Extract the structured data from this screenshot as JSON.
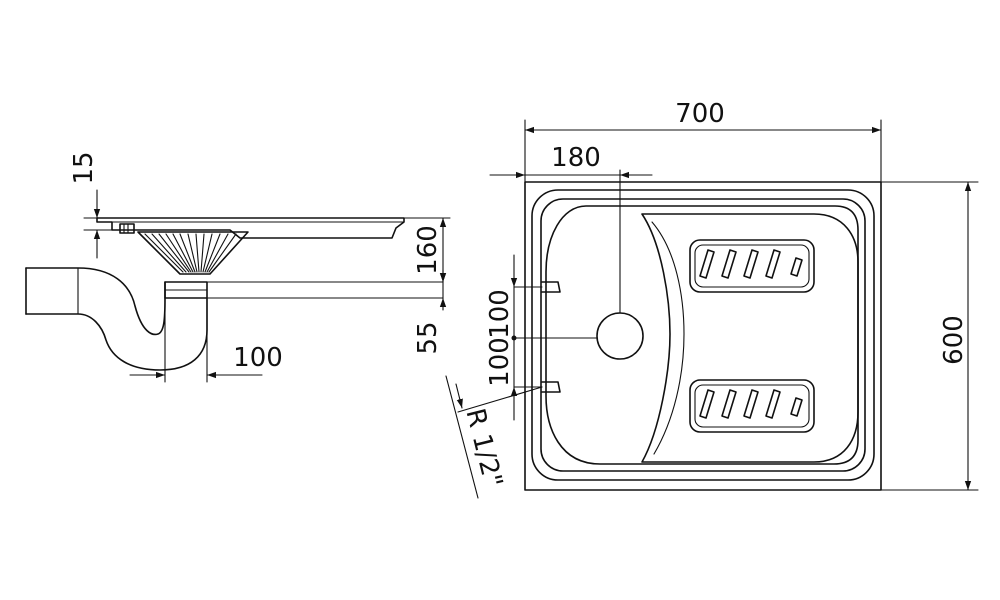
{
  "dimensions": {
    "overall_width": "700",
    "overall_depth": "600",
    "drain_offset": "180",
    "upper_water_inlet": "100",
    "lower_water_inlet": "100",
    "thread": "R 1/2\"",
    "rim_height": "15",
    "body_depth": "160",
    "trap_height": "55",
    "trap_offset": "100"
  }
}
